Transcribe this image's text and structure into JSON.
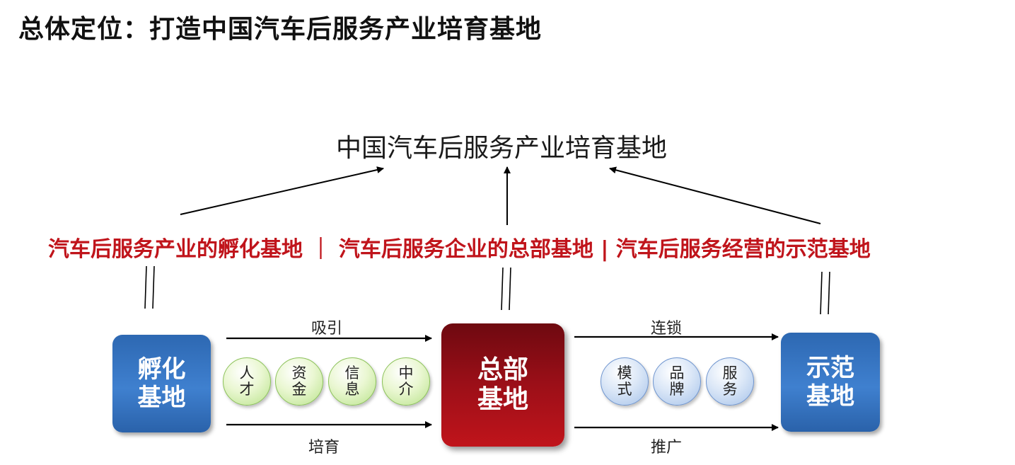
{
  "page": {
    "title": "总体定位：打造中国汽车后服务产业培育基地"
  },
  "diagram": {
    "top_node": "中国汽车后服务产业培育基地",
    "roles_line": "汽车后服务产业的孵化基地 ｜ 汽车后服务企业的总部基地 | 汽车后服务经营的示范基地",
    "nodes": {
      "incubation": "孵化\n基地",
      "headquarters": "总部\n基地",
      "demonstration": "示范\n基地"
    },
    "left_flow": {
      "top_label": "吸引",
      "bottom_label": "培育",
      "resources": [
        "人\n才",
        "资\n金",
        "信\n息",
        "中\n介"
      ]
    },
    "right_flow": {
      "top_label": "连锁",
      "bottom_label": "推广",
      "resources": [
        "模\n式",
        "品\n牌",
        "服\n务"
      ]
    },
    "colors": {
      "accent_red": "#c0141b",
      "box_blue": "#3f80cf",
      "box_red": "#9c0f18",
      "circle_green": "#b9e38b",
      "circle_blue": "#a6c3ea"
    }
  }
}
